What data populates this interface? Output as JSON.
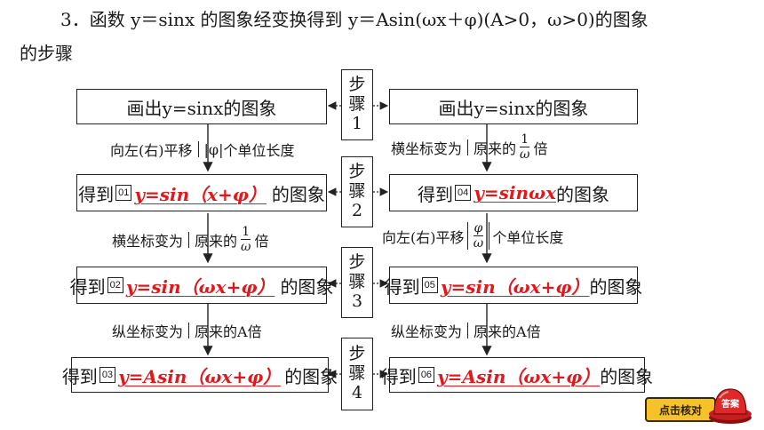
{
  "heading": {
    "line1": "3．函数 y＝sinx 的图象经变换得到 y＝Asin(ωx＋φ)(A>0，ω>0)的图象",
    "line2": "的步骤"
  },
  "steps": [
    {
      "c1": "步",
      "c2": "骤",
      "n": "1"
    },
    {
      "c1": "步",
      "c2": "骤",
      "n": "2"
    },
    {
      "c1": "步",
      "c2": "骤",
      "n": "3"
    },
    {
      "c1": "步",
      "c2": "骤",
      "n": "4"
    }
  ],
  "left": {
    "box1": "画出y=sinx的图象",
    "t1": "向左(右)平移",
    "t1b": "|φ|",
    "t1c": "个单位长度",
    "box2_prefix": "得到",
    "box2_num": "01",
    "box2_ans": "y=sin（x+φ）",
    "box2_suffix": "的图象",
    "t2": "横坐标变为",
    "t2b": "原来的",
    "t2_frac_top": "1",
    "t2_frac_bot": "ω",
    "t2c": "倍",
    "box3_prefix": "得到",
    "box3_num": "02",
    "box3_ans": "y=sin（ωx+φ）",
    "box3_suffix": "的图象",
    "t3": "纵坐标变为",
    "t3b": "原来的A倍",
    "box4_prefix": "得到",
    "box4_num": "03",
    "box4_ans": "y=Asin（ωx+φ）",
    "box4_suffix": "的图象"
  },
  "right": {
    "box1": "画出y=sinx的图象",
    "t1": "横坐标变为",
    "t1b": "原来的",
    "t1_frac_top": "1",
    "t1_frac_bot": "ω",
    "t1c": "倍",
    "box2_prefix": "得到",
    "box2_num": "04",
    "box2_ans": "y=sinωx",
    "box2_suffix": "的图象",
    "t2": "向左(右)平移",
    "t2_frac_top": "φ",
    "t2_frac_bot": "ω",
    "t2c": "个单位长度",
    "box3_prefix": "得到",
    "box3_num": "05",
    "box3_ans": "y=sin（ωx+φ）",
    "box3_suffix": "的图象",
    "t3": "纵坐标变为",
    "t3b": "原来的A倍",
    "box4_prefix": "得到",
    "box4_num": "06",
    "box4_ans": "y=Asin（ωx+φ）",
    "box4_suffix": "的图象"
  },
  "check_button": {
    "label": "点击核对",
    "bell_label": "答案",
    "color": "#f5c22a"
  },
  "colors": {
    "answer": "#e0191d"
  }
}
